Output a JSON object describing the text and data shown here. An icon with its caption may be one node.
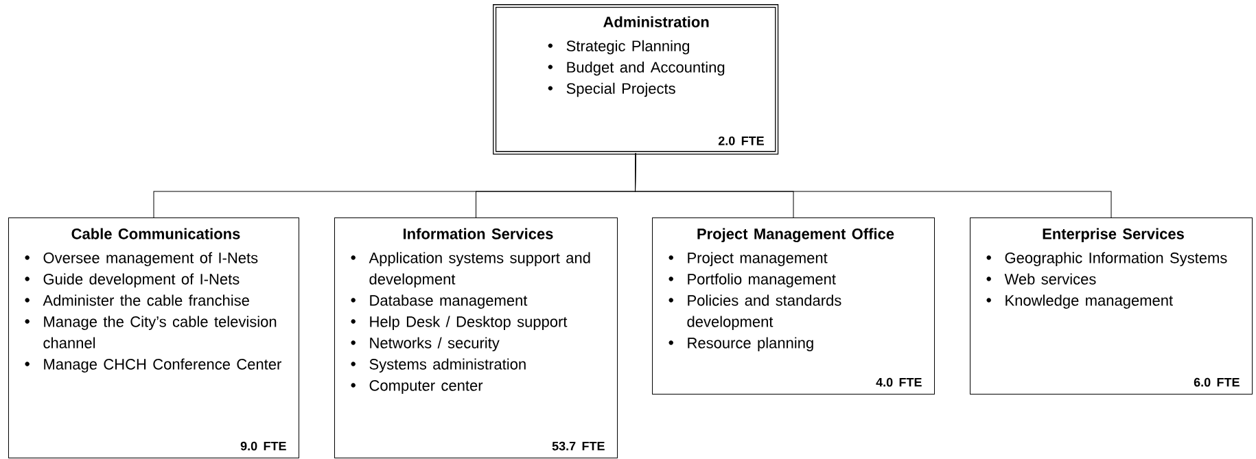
{
  "diagram": {
    "nodes": [
      {
        "text": [
          "Administration",
          "Strategic Planning",
          "Budget and Accounting",
          "Special Projects",
          "2.0 FTE"
        ]
      },
      {
        "text": [
          "Cable Communications",
          "Oversee management of I-Nets",
          "Guide development of I-Nets",
          "Administer the cable franchise",
          "Manage the City’s cable television channel",
          "Manage CHCH Conference Center",
          "9.0 FTE"
        ]
      },
      {
        "text": [
          "Information Services",
          "Application systems support and development",
          "Database management",
          "Help Desk / Desktop support",
          "Networks / security",
          "Systems administration",
          "Computer center",
          "53.7 FTE"
        ]
      },
      {
        "text": [
          "Project Management Office",
          "Project management",
          "Portfolio management",
          "Policies and standards development",
          "Resource planning",
          "4.0 FTE"
        ]
      },
      {
        "text": [
          "Enterprise Services",
          "Geographic Information Systems",
          "Web services",
          "Knowledge management",
          "6.0 FTE"
        ]
      }
    ],
    "edges": [
      {
        "from": 0,
        "to": 1,
        "arrow": "none"
      },
      {
        "from": 0,
        "to": 2,
        "arrow": "none"
      },
      {
        "from": 0,
        "to": 3,
        "arrow": "none"
      },
      {
        "from": 0,
        "to": 4,
        "arrow": "none"
      }
    ]
  }
}
